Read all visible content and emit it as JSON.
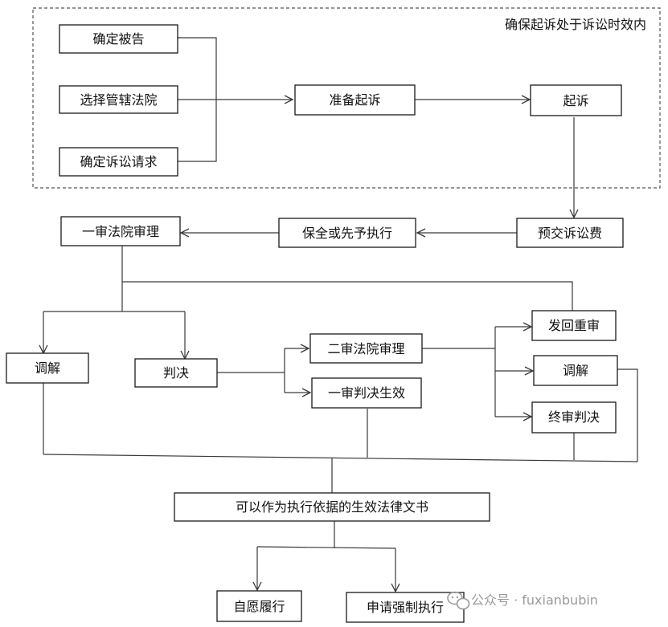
{
  "title_note": "确保起诉处于诉讼时效内",
  "boxes": {
    "defendant": "确定被告",
    "court": "选择管辖法院",
    "claims": "确定诉讼请求",
    "prepare": "准备起诉",
    "sue": "起诉",
    "prepay_fee": "预交诉讼费",
    "preservation": "保全或先予执行",
    "first_trial": "一审法院审理",
    "mediation_1": "调解",
    "judgment": "判决",
    "second_trial": "二审法院审理",
    "first_effective": "一审判决生效",
    "remand": "发回重审",
    "mediation_2": "调解",
    "final_judgment": "终审判决",
    "effective_doc": "可以作为执行依据的生效法律文书",
    "voluntary": "自愿履行",
    "enforcement": "申请强制执行"
  },
  "watermark": {
    "text": "公众号 · fuxianbubin",
    "icon": "wechat-icon"
  },
  "colors": {
    "line": "#3a3a3a",
    "border": "#1a1a1a",
    "watermark": "#9a9a9a"
  }
}
